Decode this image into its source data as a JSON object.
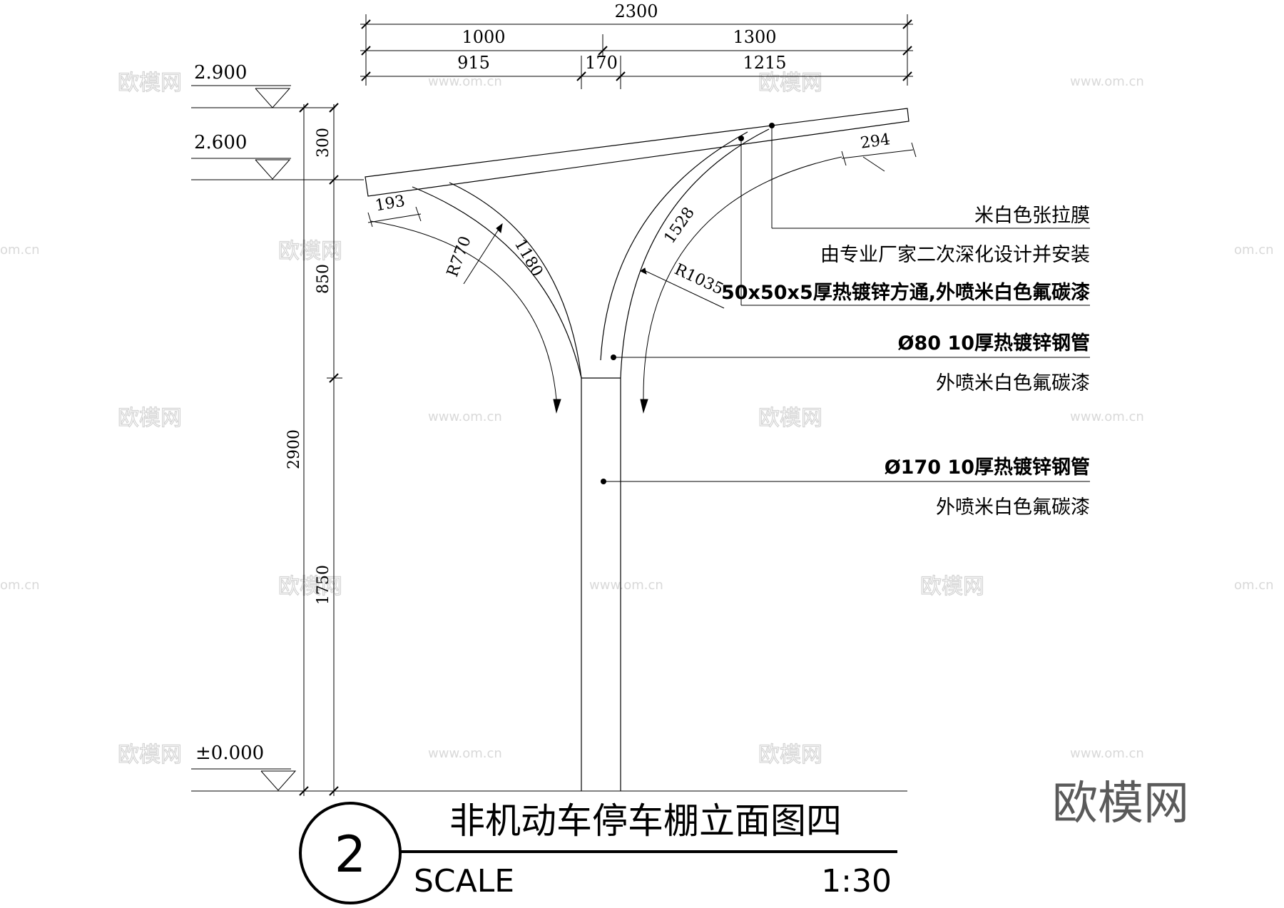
{
  "title": {
    "number": "2",
    "name": "非机动车停车棚立面图四",
    "scale_label": "SCALE",
    "scale_value": "1:30"
  },
  "top_dimensions": {
    "overall": "2300",
    "row2": [
      "1000",
      "1300"
    ],
    "row3": [
      "915",
      "170",
      "1215"
    ]
  },
  "levels": [
    {
      "label": "2.900"
    },
    {
      "label": "2.600"
    },
    {
      "label": "±0.000"
    }
  ],
  "vertical_dimensions": {
    "inner": [
      "300",
      "850",
      "1750"
    ],
    "outer": "2900"
  },
  "arc_dimensions": {
    "left_chord": "193",
    "left_radius": "R770",
    "left_arc": "1180",
    "right_chord": "294",
    "right_radius": "R1035",
    "right_arc": "1528"
  },
  "notes": [
    "米白色张拉膜",
    "由专业厂家二次深化设计并安装",
    "50x50x5厚热镀锌方通,外喷米白色氟碳漆",
    "Ø80 10厚热镀锌钢管",
    "外喷米白色氟碳漆",
    "Ø170 10厚热镀锌钢管",
    "外喷米白色氟碳漆"
  ],
  "watermarks": {
    "brand": "欧模网",
    "url": "www.om.cn",
    "url_short": "om.cn"
  },
  "colors": {
    "line": "#000000",
    "background": "#ffffff",
    "watermark_light": "#d9d9d9",
    "watermark_dark": "#5a5a5a"
  }
}
